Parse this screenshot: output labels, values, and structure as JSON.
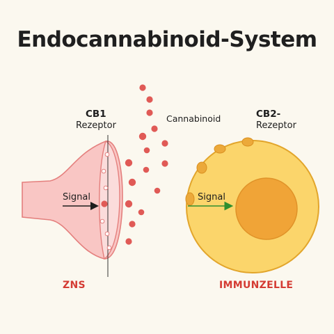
{
  "title": "Endocannabinoid-System",
  "cb1": {
    "name": "CB1",
    "word": "Rezeptor"
  },
  "cb2": {
    "name": "CB2-",
    "word": "Rezeptor"
  },
  "cannabinoid_label": "Cannabinoid",
  "signal_left": "Signal",
  "signal_right": "Signal",
  "regions": {
    "left": "ZNS",
    "right": "IMMUNZELLE"
  },
  "colors": {
    "background": "#fbf8ef",
    "neuron_fill": "#f9c6c4",
    "neuron_stroke": "#e47f7d",
    "cannabinoid_dot": "#e05a56",
    "immune_cell_fill": "#fbd56b",
    "immune_cell_stroke": "#e2a52b",
    "nucleus_fill": "#f0a437",
    "receptor_fill": "#eca93a",
    "signal_arrow_left": "#1d1d1d",
    "signal_arrow_right": "#2f8f2f",
    "region_label": "#d43b33"
  }
}
